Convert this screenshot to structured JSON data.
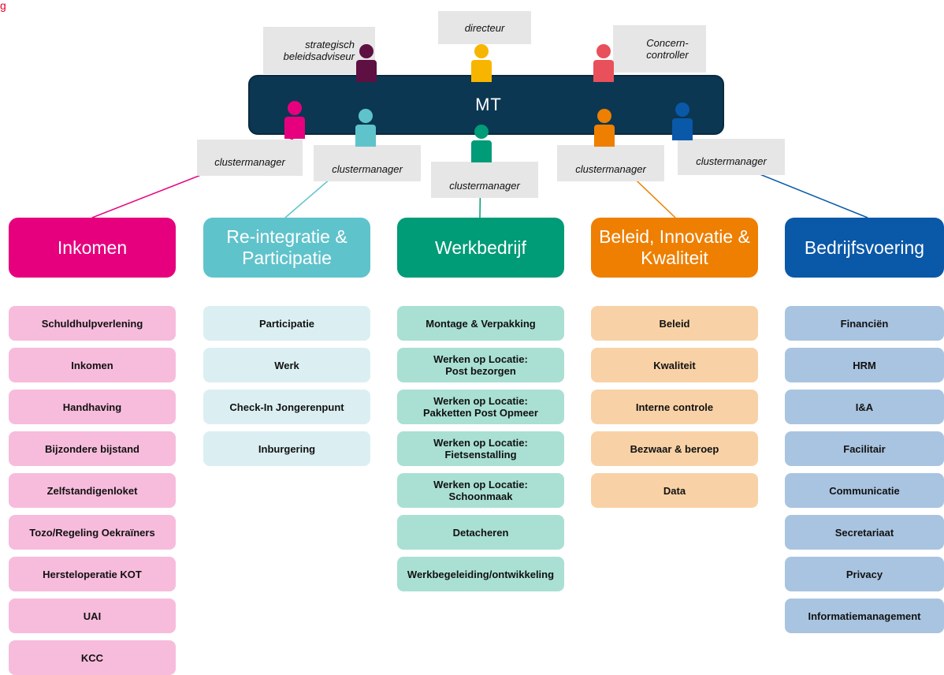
{
  "corner_mark": "g",
  "mt": {
    "label": "MT",
    "bg_color": "#0b3752"
  },
  "roles": {
    "directeur": "directeur",
    "strategisch": "strategisch\nbeleidsadviseur",
    "controller": "Concern-\ncontroller",
    "clustermanager": "clustermanager"
  },
  "person_colors": {
    "strategisch": "#5e1042",
    "directeur": "#f7b500",
    "controller": "#e8505b",
    "inkomen": "#e6007e",
    "reintegratie": "#5fc3cb",
    "werkbedrijf": "#009b77",
    "beleid": "#ee7f00",
    "bedrijfsvoering": "#0a58a8"
  },
  "clusters": [
    {
      "name": "Inkomen",
      "color": "#e6007e",
      "item_color": "#f7bcdc",
      "items": [
        "Schuldhulpverlening",
        "Inkomen",
        "Handhaving",
        "Bijzondere bijstand",
        "Zelfstandigenloket",
        "Tozo/Regeling Oekraïners",
        "Hersteloperatie KOT",
        "UAI",
        "KCC"
      ]
    },
    {
      "name": "Re-integratie &\nParticipatie",
      "color": "#5fc3cb",
      "item_color": "#dbeff2",
      "items": [
        "Participatie",
        "Werk",
        "Check-In Jongerenpunt",
        "Inburgering"
      ]
    },
    {
      "name": "Werkbedrijf",
      "color": "#009b77",
      "item_color": "#a9e0d3",
      "items": [
        "Montage & Verpakking",
        "Werken op Locatie:\nPost bezorgen",
        "Werken op Locatie:\nPakketten Post Opmeer",
        "Werken op Locatie:\nFietsenstalling",
        "Werken op Locatie:\nSchoonmaak",
        "Detacheren",
        "Werkbegeleiding/ontwikkeling"
      ]
    },
    {
      "name": "Beleid, Innovatie &\nKwaliteit",
      "color": "#ee7f00",
      "item_color": "#f8d2a6",
      "items": [
        "Beleid",
        "Kwaliteit",
        "Interne controle",
        "Bezwaar & beroep",
        "Data"
      ]
    },
    {
      "name": "Bedrijfsvoering",
      "color": "#0a58a8",
      "item_color": "#a9c4e0",
      "items": [
        "Financiën",
        "HRM",
        "I&A",
        "Facilitair",
        "Communicatie",
        "Secretariaat",
        "Privacy",
        "Informatiemanagement"
      ]
    }
  ]
}
